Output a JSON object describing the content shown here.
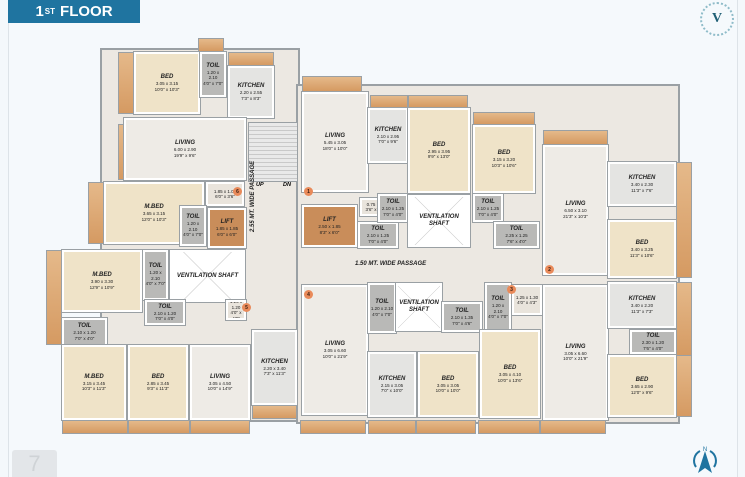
{
  "header": {
    "floor_number": "1",
    "floor_suffix": "ST",
    "floor_word": "FLOOR"
  },
  "logo": {
    "letter": "V"
  },
  "colors": {
    "banner": "#1f74a0",
    "balcony": "#d59a62",
    "lift": "#c98d5a",
    "badge": "#e98a5a"
  },
  "passages": {
    "vertical": "2.55 MT. WIDE PASSAGE",
    "horizontal": "1.50 MT. WIDE PASSAGE"
  },
  "stair": {
    "up": "UP",
    "down": "DN"
  },
  "units": [
    "1",
    "2",
    "3",
    "4",
    "5",
    "6"
  ],
  "rooms": [
    {
      "type": "bed",
      "name": "BED",
      "metric": "3.05 x 3.15",
      "imperial": "10'0\" x 10'3\""
    },
    {
      "type": "toil",
      "name": "TOIL",
      "metric": "1.20 x 2.10",
      "imperial": "4'0\" x 7'0\""
    },
    {
      "type": "kitchen",
      "name": "KITCHEN",
      "metric": "2.20 x 2.55",
      "imperial": "7'3\" x 8'3\""
    },
    {
      "type": "living",
      "name": "LIVING",
      "metric": "6.00 x 2.90",
      "imperial": "19'9\" x 9'6\""
    },
    {
      "type": "bed",
      "name": "M.BED",
      "metric": "3.65 x 3.15",
      "imperial": "12'0\" x 10'3\""
    },
    {
      "type": "misc",
      "name": "",
      "metric": "1.85 x 1.05",
      "imperial": "6'0\" x 3'6\""
    },
    {
      "type": "toil",
      "name": "TOIL",
      "metric": "1.20 x 2.10",
      "imperial": "4'0\" x 7'0\""
    },
    {
      "type": "lift",
      "name": "LIFT",
      "metric": "1.85 x 1.85",
      "imperial": "6'0\" x 6'0\""
    },
    {
      "type": "bed",
      "name": "M.BED",
      "metric": "3.90 x 3.30",
      "imperial": "12'9\" x 10'9\""
    },
    {
      "type": "toil",
      "name": "TOIL",
      "metric": "1.20 x 2.10",
      "imperial": "4'0\" x 7'0\""
    },
    {
      "type": "shaft",
      "name": "VENTILATION SHAFT",
      "metric": "",
      "imperial": ""
    },
    {
      "type": "toil",
      "name": "TOIL",
      "metric": "2.10 x 1.20",
      "imperial": "7'0\" x 4'0\""
    },
    {
      "type": "toil",
      "name": "TOIL",
      "metric": "2.10 x 1.20",
      "imperial": "7'0\" x 4'0\""
    },
    {
      "type": "misc",
      "name": "",
      "metric": "1.25 x 1.20",
      "imperial": "4'0\" x 4'0\""
    },
    {
      "type": "bed",
      "name": "M.BED",
      "metric": "3.15 x 3.45",
      "imperial": "10'3\" x 11'3\""
    },
    {
      "type": "bed",
      "name": "BED",
      "metric": "2.85 x 3.45",
      "imperial": "9'3\" x 11'3\""
    },
    {
      "type": "living",
      "name": "LIVING",
      "metric": "3.05 x 4.50",
      "imperial": "10'0\" x 14'9\""
    },
    {
      "type": "kitchen",
      "name": "KITCHEN",
      "metric": "2.20 x 3.40",
      "imperial": "7'3\" x 11'3\""
    },
    {
      "type": "living",
      "name": "LIVING",
      "metric": "5.45 x 3.05",
      "imperial": "18'0\" x 10'0\""
    },
    {
      "type": "kitchen",
      "name": "KITCHEN",
      "metric": "2.10 x 2.95",
      "imperial": "7'0\" x 9'6\""
    },
    {
      "type": "bed",
      "name": "BED",
      "metric": "2.95 x 3.95",
      "imperial": "9'9\" x 13'0\""
    },
    {
      "type": "bed",
      "name": "BED",
      "metric": "3.15 x 3.20",
      "imperial": "10'3\" x 10'6\""
    },
    {
      "type": "misc",
      "name": "",
      "metric": "1.05 x 0.75",
      "imperial": "3'6\" x 2'6\""
    },
    {
      "type": "lift",
      "name": "LIFT",
      "metric": "2.50 x 1.85",
      "imperial": "8'3\" x 6'0\""
    },
    {
      "type": "toil",
      "name": "TOIL",
      "metric": "2.10 x 1.25",
      "imperial": "7'0\" x 4'0\""
    },
    {
      "type": "toil",
      "name": "TOIL",
      "metric": "2.10 x 1.25",
      "imperial": "7'0\" x 4'0\""
    },
    {
      "type": "shaft",
      "name": "VENTILATION SHAFT",
      "metric": "",
      "imperial": ""
    },
    {
      "type": "toil",
      "name": "TOIL",
      "metric": "2.10 x 1.25",
      "imperial": "7'0\" x 4'0\""
    },
    {
      "type": "toil",
      "name": "TOIL",
      "metric": "2.25 x 1.25",
      "imperial": "7'6\" x 4'0\""
    },
    {
      "type": "living",
      "name": "LIVING",
      "metric": "6.50 x 3.10",
      "imperial": "21'3\" x 10'3\""
    },
    {
      "type": "kitchen",
      "name": "KITCHEN",
      "metric": "3.40 x 2.30",
      "imperial": "11'3\" x 7'6\""
    },
    {
      "type": "bed",
      "name": "BED",
      "metric": "3.40 x 3.25",
      "imperial": "11'3\" x 10'6\""
    },
    {
      "type": "living",
      "name": "LIVING",
      "metric": "3.05 x 6.60",
      "imperial": "10'0\" x 21'9\""
    },
    {
      "type": "kitchen",
      "name": "KITCHEN",
      "metric": "3.40 x 2.20",
      "imperial": "11'3\" x 7'3\""
    },
    {
      "type": "toil",
      "name": "TOIL",
      "metric": "2.30 x 1.20",
      "imperial": "7'6\" x 4'0\""
    },
    {
      "type": "bed",
      "name": "BED",
      "metric": "3.65 x 2.90",
      "imperial": "12'0\" x 9'6\""
    },
    {
      "type": "living",
      "name": "LIVING",
      "metric": "3.05 x 6.60",
      "imperial": "10'0\" x 21'9\""
    },
    {
      "type": "toil",
      "name": "TOIL",
      "metric": "1.20 x 2.10",
      "imperial": "4'0\" x 7'0\""
    },
    {
      "type": "shaft",
      "name": "VENTILATION SHAFT",
      "metric": "",
      "imperial": ""
    },
    {
      "type": "toil",
      "name": "TOIL",
      "metric": "2.10 x 1.35",
      "imperial": "7'0\" x 4'6\""
    },
    {
      "type": "toil",
      "name": "TOIL",
      "metric": "1.20 x 2.10",
      "imperial": "4'0\" x 7'0\""
    },
    {
      "type": "misc",
      "name": "",
      "metric": "1.25 x 1.30",
      "imperial": "4'0\" x 4'3\""
    },
    {
      "type": "kitchen",
      "name": "KITCHEN",
      "metric": "2.15 x 3.05",
      "imperial": "7'0\" x 10'0\""
    },
    {
      "type": "bed",
      "name": "BED",
      "metric": "3.05 x 3.05",
      "imperial": "10'0\" x 10'0\""
    },
    {
      "type": "bed",
      "name": "BED",
      "metric": "3.05 x 4.10",
      "imperial": "10'0\" x 13'6\""
    }
  ],
  "page_number": "7",
  "compass": {
    "north": "N"
  }
}
